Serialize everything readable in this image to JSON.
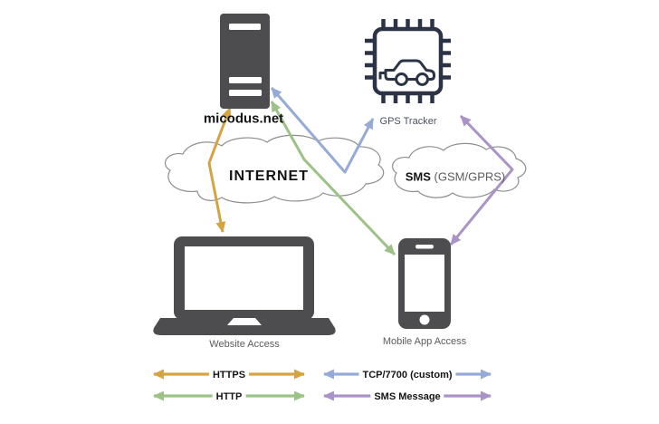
{
  "diagram": {
    "nodes": {
      "server": {
        "label": "micodus.net"
      },
      "gps_tracker": {
        "label": "GPS Tracker"
      },
      "internet_cloud": {
        "label": "INTERNET"
      },
      "sms_cloud": {
        "label_bold": "SMS",
        "label_rest": " (GSM/GPRS)"
      },
      "laptop": {
        "label": "Website Access"
      },
      "phone": {
        "label": "Mobile App Access"
      }
    },
    "edges": [
      {
        "protocol": "HTTPS",
        "between": [
          "Website Access laptop",
          "micodus.net server"
        ],
        "via": "INTERNET",
        "direction": "bidirectional",
        "color": "#D5A343"
      },
      {
        "protocol": "HTTP",
        "between": [
          "Mobile App Access phone",
          "micodus.net server"
        ],
        "via": "INTERNET",
        "direction": "bidirectional",
        "color": "#9CC287"
      },
      {
        "protocol": "TCP/7700 (custom)",
        "between": [
          "GPS Tracker",
          "micodus.net server"
        ],
        "via": "INTERNET",
        "direction": "bidirectional",
        "color": "#95AAD6"
      },
      {
        "protocol": "SMS Message",
        "between": [
          "GPS Tracker",
          "Mobile App Access phone"
        ],
        "via": "SMS (GSM/GPRS)",
        "direction": "bidirectional",
        "color": "#AA93C7"
      }
    ],
    "legend": [
      {
        "label": "HTTPS",
        "color": "#D5A343"
      },
      {
        "label": "TCP/7700 (custom)",
        "color": "#95AAD6"
      },
      {
        "label": "HTTP",
        "color": "#9CC287"
      },
      {
        "label": "SMS Message",
        "color": "#AA93C7"
      }
    ]
  },
  "colors": {
    "https": "#D5A343",
    "http": "#9CC287",
    "tcp": "#95AAD6",
    "sms": "#AA93C7",
    "device": "#4D4D4F",
    "chip": "#2B3447",
    "cloud": "#8E8E8E",
    "gray": "#5B5B5B",
    "graydark": "#4C5160",
    "black": "#141414"
  }
}
